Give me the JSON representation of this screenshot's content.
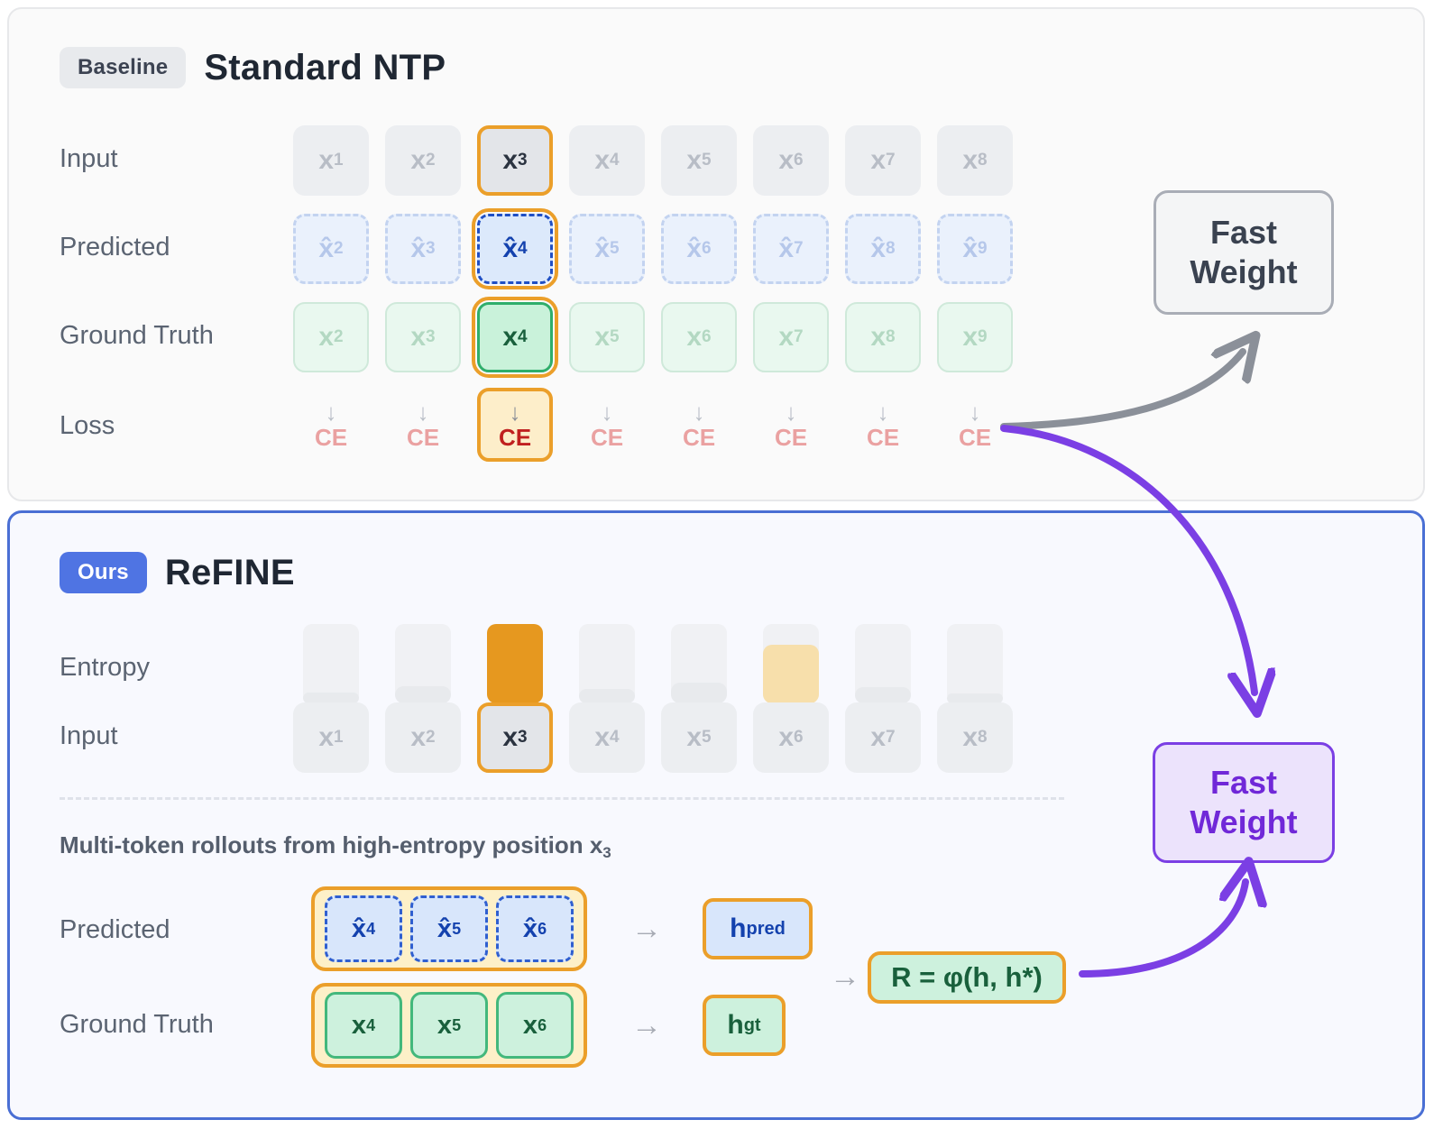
{
  "baseline": {
    "badge": "Baseline",
    "title": "Standard NTP",
    "rows": {
      "input_label": "Input",
      "predicted_label": "Predicted",
      "ground_truth_label": "Ground Truth",
      "loss_label": "Loss"
    },
    "input_tokens": [
      {
        "base": "x",
        "sub": "1",
        "highlight": false
      },
      {
        "base": "x",
        "sub": "2",
        "highlight": false
      },
      {
        "base": "x",
        "sub": "3",
        "highlight": true
      },
      {
        "base": "x",
        "sub": "4",
        "highlight": false
      },
      {
        "base": "x",
        "sub": "5",
        "highlight": false
      },
      {
        "base": "x",
        "sub": "6",
        "highlight": false
      },
      {
        "base": "x",
        "sub": "7",
        "highlight": false
      },
      {
        "base": "x",
        "sub": "8",
        "highlight": false
      }
    ],
    "predicted_tokens": [
      {
        "base": "x̂",
        "sub": "2",
        "highlight": false
      },
      {
        "base": "x̂",
        "sub": "3",
        "highlight": false
      },
      {
        "base": "x̂",
        "sub": "4",
        "highlight": true
      },
      {
        "base": "x̂",
        "sub": "5",
        "highlight": false
      },
      {
        "base": "x̂",
        "sub": "6",
        "highlight": false
      },
      {
        "base": "x̂",
        "sub": "7",
        "highlight": false
      },
      {
        "base": "x̂",
        "sub": "8",
        "highlight": false
      },
      {
        "base": "x̂",
        "sub": "9",
        "highlight": false
      }
    ],
    "ground_truth_tokens": [
      {
        "base": "x",
        "sub": "2",
        "highlight": false
      },
      {
        "base": "x",
        "sub": "3",
        "highlight": false
      },
      {
        "base": "x",
        "sub": "4",
        "highlight": true
      },
      {
        "base": "x",
        "sub": "5",
        "highlight": false
      },
      {
        "base": "x",
        "sub": "6",
        "highlight": false
      },
      {
        "base": "x",
        "sub": "7",
        "highlight": false
      },
      {
        "base": "x",
        "sub": "8",
        "highlight": false
      },
      {
        "base": "x",
        "sub": "9",
        "highlight": false
      }
    ],
    "loss_cells": [
      {
        "arrow": "↓",
        "label": "CE",
        "highlight": false
      },
      {
        "arrow": "↓",
        "label": "CE",
        "highlight": false
      },
      {
        "arrow": "↓",
        "label": "CE",
        "highlight": true
      },
      {
        "arrow": "↓",
        "label": "CE",
        "highlight": false
      },
      {
        "arrow": "↓",
        "label": "CE",
        "highlight": false
      },
      {
        "arrow": "↓",
        "label": "CE",
        "highlight": false
      },
      {
        "arrow": "↓",
        "label": "CE",
        "highlight": false
      },
      {
        "arrow": "↓",
        "label": "CE",
        "highlight": false
      }
    ],
    "fast_weight": {
      "line1": "Fast",
      "line2": "Weight"
    }
  },
  "ours": {
    "badge": "Ours",
    "title": "ReFINE",
    "rows": {
      "entropy_label": "Entropy",
      "input_label": "Input",
      "predicted_label": "Predicted",
      "ground_truth_label": "Ground Truth"
    },
    "entropy_bars": [
      {
        "token": "x1",
        "level": 0.14,
        "kind": "low"
      },
      {
        "token": "x2",
        "level": 0.22,
        "kind": "low"
      },
      {
        "token": "x3",
        "level": 1.0,
        "kind": "major"
      },
      {
        "token": "x4",
        "level": 0.18,
        "kind": "low"
      },
      {
        "token": "x5",
        "level": 0.26,
        "kind": "low"
      },
      {
        "token": "x6",
        "level": 0.74,
        "kind": "mid"
      },
      {
        "token": "x7",
        "level": 0.2,
        "kind": "low"
      },
      {
        "token": "x8",
        "level": 0.13,
        "kind": "low"
      }
    ],
    "input_tokens": [
      {
        "base": "x",
        "sub": "1",
        "highlight": false
      },
      {
        "base": "x",
        "sub": "2",
        "highlight": false
      },
      {
        "base": "x",
        "sub": "3",
        "highlight": true
      },
      {
        "base": "x",
        "sub": "4",
        "highlight": false
      },
      {
        "base": "x",
        "sub": "5",
        "highlight": false
      },
      {
        "base": "x",
        "sub": "6",
        "highlight": false
      },
      {
        "base": "x",
        "sub": "7",
        "highlight": false
      },
      {
        "base": "x",
        "sub": "8",
        "highlight": false
      }
    ],
    "rollout_note": {
      "text": "Multi-token rollouts from high-entropy position x",
      "sub": "3"
    },
    "predicted_rollout": [
      {
        "base": "x̂",
        "sub": "4"
      },
      {
        "base": "x̂",
        "sub": "5"
      },
      {
        "base": "x̂",
        "sub": "6"
      }
    ],
    "ground_truth_rollout": [
      {
        "base": "x",
        "sub": "4"
      },
      {
        "base": "x",
        "sub": "5"
      },
      {
        "base": "x",
        "sub": "6"
      }
    ],
    "arrow_glyph": "→",
    "h_pred": {
      "base": "h",
      "sup": "pred"
    },
    "h_gt": {
      "base": "h",
      "sup": "gt"
    },
    "reward_box": "R = φ(h, h*)",
    "fast_weight": {
      "line1": "Fast",
      "line2": "Weight"
    }
  },
  "colors": {
    "accent_orange": "#eb9f2a",
    "accent_blue": "#4f74e3",
    "accent_purple": "#7b3fe4",
    "accent_green": "#2fae6b",
    "loss_red": "#c0201f",
    "arrow_gray": "#8b9099"
  }
}
